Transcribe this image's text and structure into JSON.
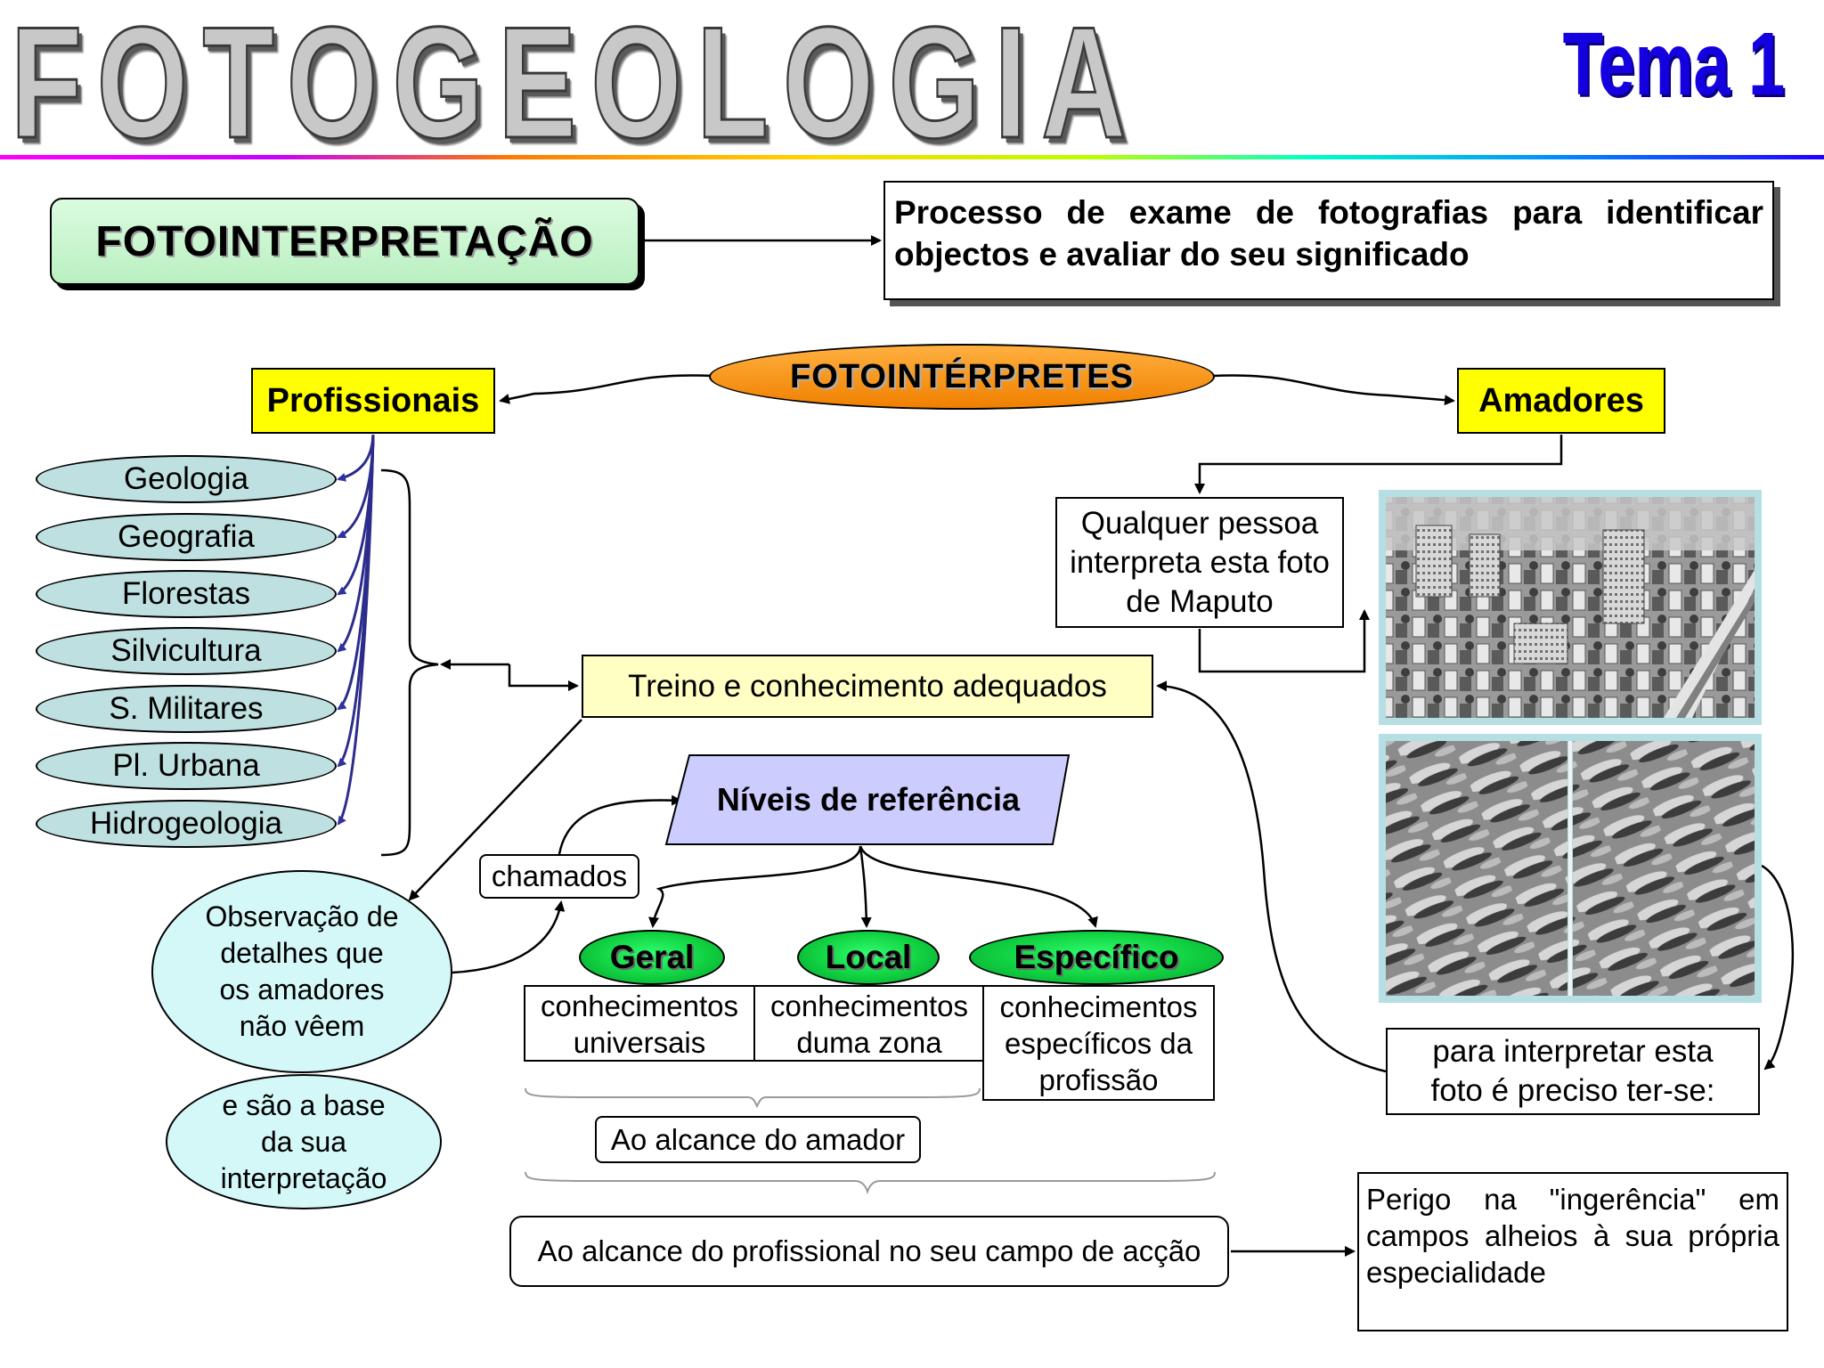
{
  "header": {
    "title": "FOTOGEOLOGIA",
    "tema": "Tema 1"
  },
  "colors": {
    "fotointerpretacao_fill": "#c4f4cc",
    "fotointerpretes_fill": "#ff9900",
    "yellow_box": "#ffff00",
    "discipline_fill": "#bfe0e0",
    "treino_fill": "#ffffc4",
    "niveis_fill": "#ccccff",
    "green_oval": "#10d040",
    "cyan_ellipse": "#d4f8f8",
    "arrow_blue": "#2c2c8c",
    "tema_color": "#1500e0"
  },
  "fotointerpretacao": {
    "label": "FOTOINTERPRETAÇÃO",
    "definition": "Processo de exame de fotografias para identificar objectos e avaliar do seu significado"
  },
  "fotointerpretes": "FOTOINTÉRPRETES",
  "profissionais": {
    "label": "Profissionais",
    "disciplines": [
      "Geologia",
      "Geografia",
      "Florestas",
      "Silvicultura",
      "S. Militares",
      "Pl. Urbana",
      "Hidrogeologia"
    ]
  },
  "amadores": {
    "label": "Amadores",
    "qualquer_pessoa": [
      "Qualquer pessoa",
      "interpreta esta foto",
      "de Maputo"
    ],
    "para_interpretar": [
      "para interpretar esta",
      "foto é preciso ter-se:"
    ]
  },
  "photos": {
    "city": "city-aerial-photo",
    "stereo": "stereo-pair-photo"
  },
  "treino": "Treino e conhecimento adequados",
  "observacao": [
    "Observação de",
    "detalhes que",
    "os amadores",
    "não vêem"
  ],
  "base": [
    "e são a base",
    "da sua",
    "interpretação"
  ],
  "chamados": "chamados",
  "niveis": {
    "label": "Níveis de referência",
    "levels": [
      {
        "name": "Geral",
        "desc": [
          "conhecimentos",
          "universais"
        ]
      },
      {
        "name": "Local",
        "desc": [
          "conhecimentos",
          "duma zona"
        ]
      },
      {
        "name": "Específico",
        "desc": [
          "conhecimentos",
          "específicos da",
          "profissão"
        ]
      }
    ]
  },
  "alcance_amador": "Ao alcance do amador",
  "alcance_profissional": "Ao alcance do profissional no seu campo de acção",
  "perigo": "Perigo na \"ingerência\" em campos alheios à sua própria especialidade"
}
